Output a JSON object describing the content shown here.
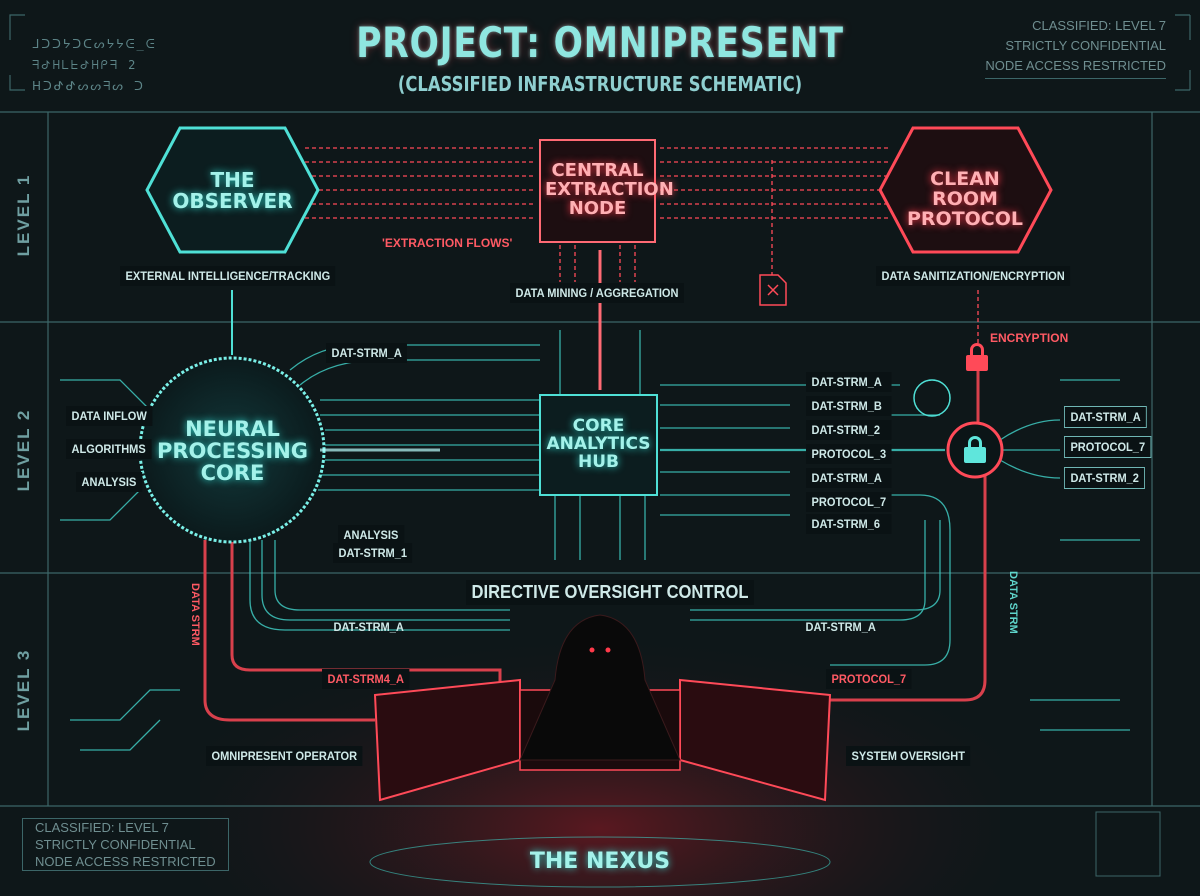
{
  "header": {
    "title": "PROJECT: OMNIPRESENT",
    "subtitle": "(CLASSIFIED INFRASTRUCTURE SCHEMATIC)",
    "classified_lines": [
      "CLASSIFIED: LEVEL 7",
      "STRICTLY CONFIDENTIAL",
      "NODE ACCESS RESTRICTED"
    ],
    "glyph_lines": [
      "ᒧᑐᑐᔭᑐᑕᔕᔭᔭᕮ_ᕮ",
      "ᖷᕷᕼᒪᖶᕷᕼᑭᖷ 2",
      "ᕼᑐᕷᕷᔕᔕᖷᔕ ᑐ"
    ]
  },
  "levels": [
    "LEVEL 1",
    "LEVEL 2",
    "LEVEL 3"
  ],
  "level1": {
    "observer": "THE OBSERVER",
    "observer_label": "EXTERNAL INTELLIGENCE/TRACKING",
    "extraction_node": "CENTRAL EXTRACTION NODE",
    "extraction_flows": "'EXTRACTION FLOWS'",
    "clean_room": "CLEAN ROOM PROTOCOL",
    "clean_room_label": "DATA SANITIZATION/ENCRYPTION",
    "mining_label": "DATA MINING / AGGREGATION"
  },
  "level2": {
    "neural_core": "NEURAL PROCESSING CORE",
    "left_labels": [
      "DATA INFLOW",
      "ALGORITHMS",
      "ANALYSIS"
    ],
    "stream_top": "DAT-STRM_A",
    "stream_bottom": [
      "ANALYSIS",
      "DAT-STRM_1"
    ],
    "hub": "CORE ANALYTICS HUB",
    "right_streams": [
      "DAT-STRM_A",
      "DAT-STRM_B",
      "DAT-STRM_2",
      "PROTOCOL_3",
      "DAT-STRM_A",
      "PROTOCOL_7",
      "DAT-STRM_6"
    ],
    "encryption": "ENCRYPTION",
    "outputs": [
      "DAT-STRM_A",
      "PROTOCOL_7",
      "DAT-STRM_2"
    ]
  },
  "level3": {
    "directive": "DIRECTIVE OVERSIGHT CONTROL",
    "stream_left": "DAT-STRM_A",
    "stream_right": "DAT-STRM_A",
    "red_left": "DAT-STRM4_A",
    "red_right": "PROTOCOL_7",
    "vertical_left": "DATA STRM",
    "vertical_right": "DATA STRM",
    "operator": "OMNIPRESENT OPERATOR",
    "oversight": "SYSTEM OVERSIGHT",
    "nexus": "THE NEXUS"
  },
  "footer": {
    "classified_lines": [
      "CLASSIFIED: LEVEL 7",
      "STRICTLY CONFIDENTIAL",
      "NODE ACCESS RESTRICTED"
    ]
  },
  "colors": {
    "teal": "#4fe0d6",
    "red": "#ff3a4a",
    "bg": "#0e1719"
  }
}
